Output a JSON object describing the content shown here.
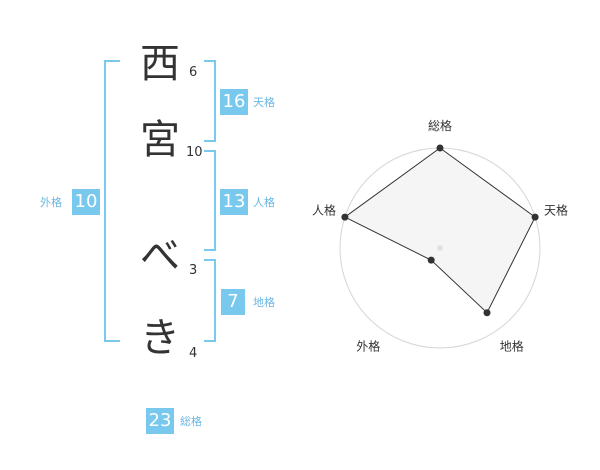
{
  "name_chars": [
    {
      "char": "西",
      "strokes": "6"
    },
    {
      "char": "宮",
      "strokes": "10"
    },
    {
      "char": "べ",
      "strokes": "3"
    },
    {
      "char": "き",
      "strokes": "4"
    }
  ],
  "kaku": {
    "tenkaku": {
      "value": "16",
      "label": "天格"
    },
    "jinkaku": {
      "value": "13",
      "label": "人格"
    },
    "chikaku": {
      "value": "7",
      "label": "地格"
    },
    "gaikaku": {
      "value": "10",
      "label": "外格"
    },
    "soukaku": {
      "value": "23",
      "label": "総格"
    }
  },
  "colors": {
    "accent": "#79c8ee",
    "accent_text": "#6ab6e2",
    "radar_fill": "#eeeeee"
  },
  "chart_data": {
    "type": "radar",
    "axes": [
      "総格",
      "天格",
      "地格",
      "外格",
      "人格"
    ],
    "values": [
      1.0,
      1.0,
      0.8,
      0.15,
      1.0
    ],
    "max": 1.0,
    "rings": 5
  }
}
